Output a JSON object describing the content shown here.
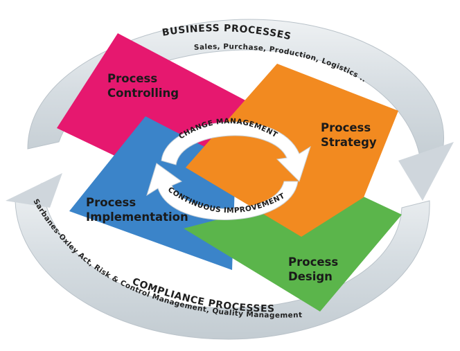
{
  "top_arc": {
    "title": "BUSINESS PROCESSES",
    "subtitle": "Sales, Purchase, Production, Logistics ..."
  },
  "bottom_arc": {
    "title": "COMPLIANCE PROCESSES",
    "subtitle": "Sarbanes-Oxley Act, Risk & Control Management, Quality Management ..."
  },
  "center_ring": {
    "top_text": "CHANGE MANAGEMENT",
    "bottom_text": "CONTINUOUS IMPROVEMENT"
  },
  "quadrants": {
    "controlling": {
      "line1": "Process",
      "line2": "Controlling",
      "color": "#e6186f"
    },
    "strategy": {
      "line1": "Process",
      "line2": "Strategy",
      "color": "#f28a20"
    },
    "implementation": {
      "line1": "Process",
      "line2": "Implementation",
      "color": "#3b84c9"
    },
    "design": {
      "line1": "Process",
      "line2": "Design",
      "color": "#5bb54b"
    }
  },
  "colors": {
    "arc_fill": "#d9dfe4",
    "arc_edge": "#b9c2c9",
    "ring_fill": "#ffffff"
  }
}
